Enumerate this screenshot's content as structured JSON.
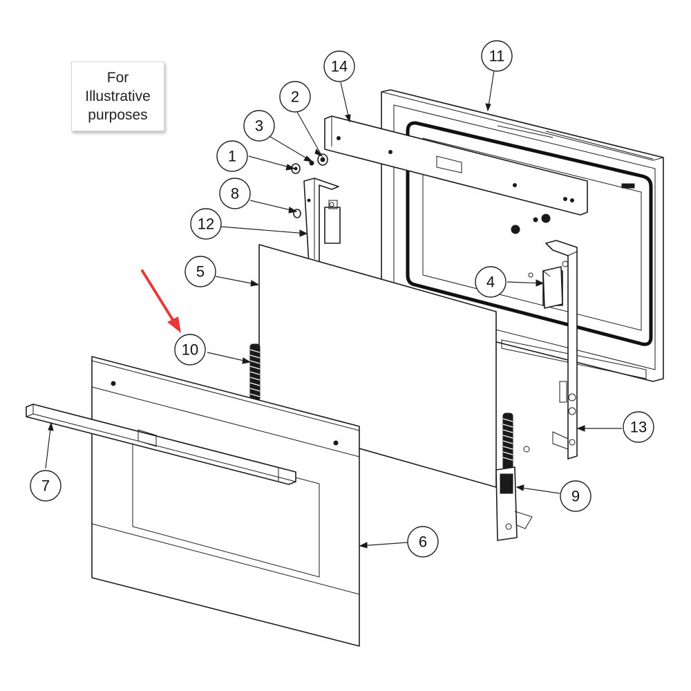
{
  "note": {
    "lines": [
      "For",
      "Illustrative",
      "purposes"
    ]
  },
  "callouts": [
    {
      "id": "c1",
      "label": "1"
    },
    {
      "id": "c2",
      "label": "2"
    },
    {
      "id": "c3",
      "label": "3"
    },
    {
      "id": "c4",
      "label": "4"
    },
    {
      "id": "c5",
      "label": "5"
    },
    {
      "id": "c6",
      "label": "6"
    },
    {
      "id": "c7",
      "label": "7"
    },
    {
      "id": "c8",
      "label": "8"
    },
    {
      "id": "c9",
      "label": "9"
    },
    {
      "id": "c10",
      "label": "10"
    },
    {
      "id": "c11",
      "label": "11"
    },
    {
      "id": "c12",
      "label": "12"
    },
    {
      "id": "c13",
      "label": "13"
    },
    {
      "id": "c14",
      "label": "14"
    }
  ],
  "colors": {
    "highlight_arrow": "#e8393a",
    "line": "#1a1a1a",
    "background": "#ffffff"
  },
  "highlighted_part": "10"
}
